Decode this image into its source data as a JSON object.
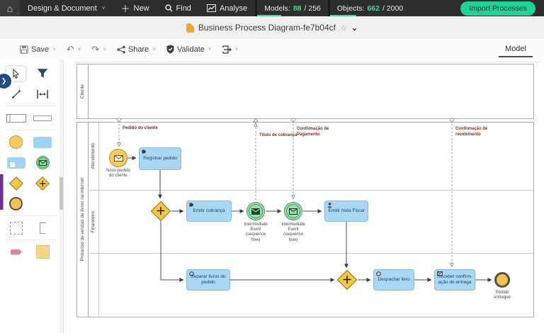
{
  "colors": {
    "topbar_bg": "#2d2d2d",
    "accent_green": "#43d596",
    "import_button_bg": "#1fd394",
    "task_fill": "#a9d7f4",
    "event_yellow": "#f7cb5e",
    "event_green": "#9bdcaa",
    "gateway_yellow": "#f3c846",
    "message_label_color": "#7c2c1e",
    "expand_button_blue": "#1c4e8e"
  },
  "topbar": {
    "home_icon": "⌂",
    "nav_design": "Design & Document",
    "nav_new": "New",
    "nav_find": "Find",
    "nav_analyse": "Analyse",
    "models_label": "Models:",
    "models_used": "88",
    "models_total": "/ 256",
    "objects_label": "Objects:",
    "objects_used": "662",
    "objects_total": "/ 2000",
    "import_button": "Import Processes"
  },
  "titlebar": {
    "title": "Business Process Diagram-fe7b04cf",
    "star": "☆",
    "caret": "⌄"
  },
  "toolbar": {
    "save": "Save",
    "undo_glyph": "↶",
    "redo_glyph": "↷",
    "share": "Share",
    "validate": "Validate",
    "model_tab": "Model",
    "expand_glyph": "❯"
  },
  "palette": {
    "items": [
      "select-tool",
      "filter-tool",
      "connector-tool",
      "spacing-tool",
      "pool",
      "lane",
      "start-event",
      "task",
      "sub-process",
      "intermediate-message-event",
      "gateway",
      "parallel-gateway",
      "end-event",
      "group",
      "text-annotation",
      "tag",
      "colored-square"
    ]
  },
  "diagram": {
    "pool1_name": "Cliente",
    "pool2_name": "Processo de vendas de livros na internet",
    "lane1": "Atendimento",
    "lane2": "Financeiro",
    "msg1": "Pedido do cliente",
    "msg2": "Título de cobrança",
    "msg3": "Confirmação de\nPagamento",
    "msg4": "Confirmação de\nrecebimento",
    "start_label": "Novo pedido\ndo cliente",
    "task_registrar": "Registrar pedido",
    "task_cobranca": "Emitir cobrança",
    "iev_label1": "Intermediate\nEvent\n(sequence\nflow)",
    "iev_label2": "Intermediate\nEvent\n(sequence\nflow)",
    "task_nota": "Emitir Nota Fiscal",
    "task_separar": "Separar livros do\npedido",
    "task_despachar": "Despachar livro",
    "task_receber": "Receber confirm-\nação de entrega",
    "end_label": "Pedido\nentregue"
  }
}
